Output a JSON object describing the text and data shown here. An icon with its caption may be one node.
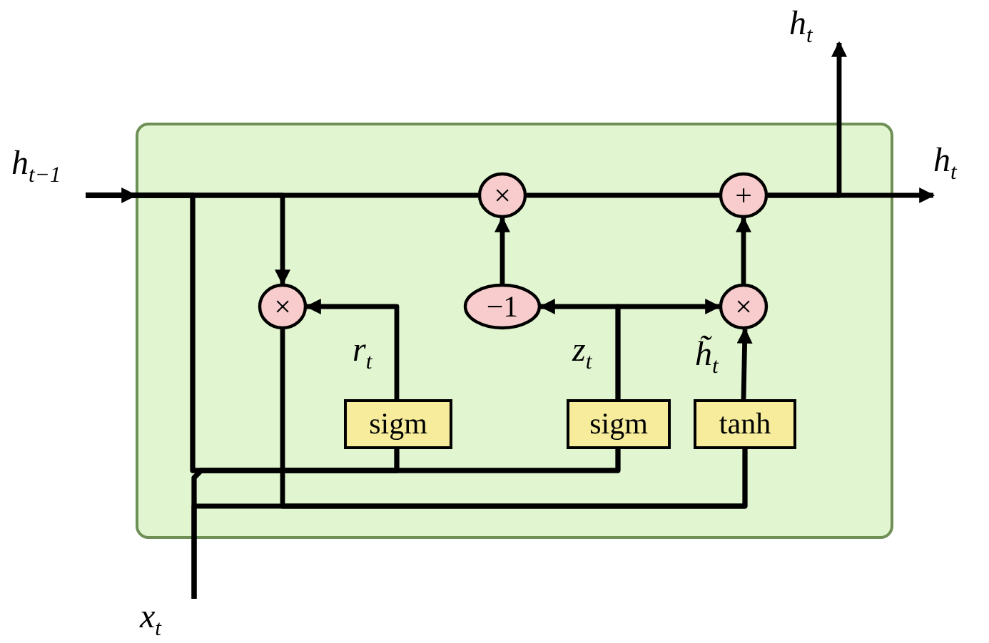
{
  "diagram": {
    "nodes": [
      {
        "text": [],
        "shape": "box"
      },
      {
        "text": [
          "*h*$_{t−1}$"
        ]
      },
      {
        "text": [
          "×"
        ],
        "in": 0
      },
      {
        "text": [
          "+"
        ],
        "in": 0
      },
      {
        "text": [
          "×"
        ],
        "in": 0
      },
      {
        "text": [
          "−1"
        ],
        "in": 0
      },
      {
        "text": [
          "×"
        ],
        "in": 0
      },
      {
        "text": [
          "sigm"
        ],
        "in": 0
      },
      {
        "text": [
          "sigm"
        ],
        "in": 0
      },
      {
        "text": [
          "tanh"
        ],
        "in": 0
      },
      {
        "text": [
          "*h*$_{t}$"
        ]
      },
      {
        "text": [
          "*h*$_{t}$"
        ]
      },
      {
        "text": [
          "*x*$_{t}$"
        ]
      }
    ],
    "edges": [
      {
        "from": 1,
        "to": 0,
        "arrow": "to"
      },
      {
        "from": 1,
        "to": 2,
        "arrow": "none"
      },
      {
        "from": 1,
        "to": 4,
        "arrow": "to"
      },
      {
        "from": 1,
        "to": 7,
        "arrow": "none"
      },
      {
        "from": 1,
        "to": 8,
        "arrow": "none"
      },
      {
        "from": 12,
        "to": 7,
        "arrow": "none"
      },
      {
        "from": 12,
        "to": 8,
        "arrow": "none"
      },
      {
        "from": 12,
        "to": 9,
        "arrow": "none"
      },
      {
        "from": 4,
        "to": 9,
        "arrow": "none"
      },
      {
        "from": 7,
        "to": 4,
        "arrow": "to",
        "label": "*r*$_{t}$"
      },
      {
        "from": 8,
        "to": 5,
        "arrow": "to",
        "label": "*z*$_{t}$"
      },
      {
        "from": 8,
        "to": 6,
        "arrow": "to"
      },
      {
        "from": 5,
        "to": 2,
        "arrow": "to"
      },
      {
        "from": 2,
        "to": 3,
        "arrow": "none"
      },
      {
        "from": 9,
        "to": 6,
        "arrow": "to",
        "label": "*h̃*$_{t}$"
      },
      {
        "from": 6,
        "to": 3,
        "arrow": "to"
      },
      {
        "from": 3,
        "to": 10,
        "arrow": "to"
      },
      {
        "from": 3,
        "to": 11,
        "arrow": "to"
      }
    ]
  }
}
